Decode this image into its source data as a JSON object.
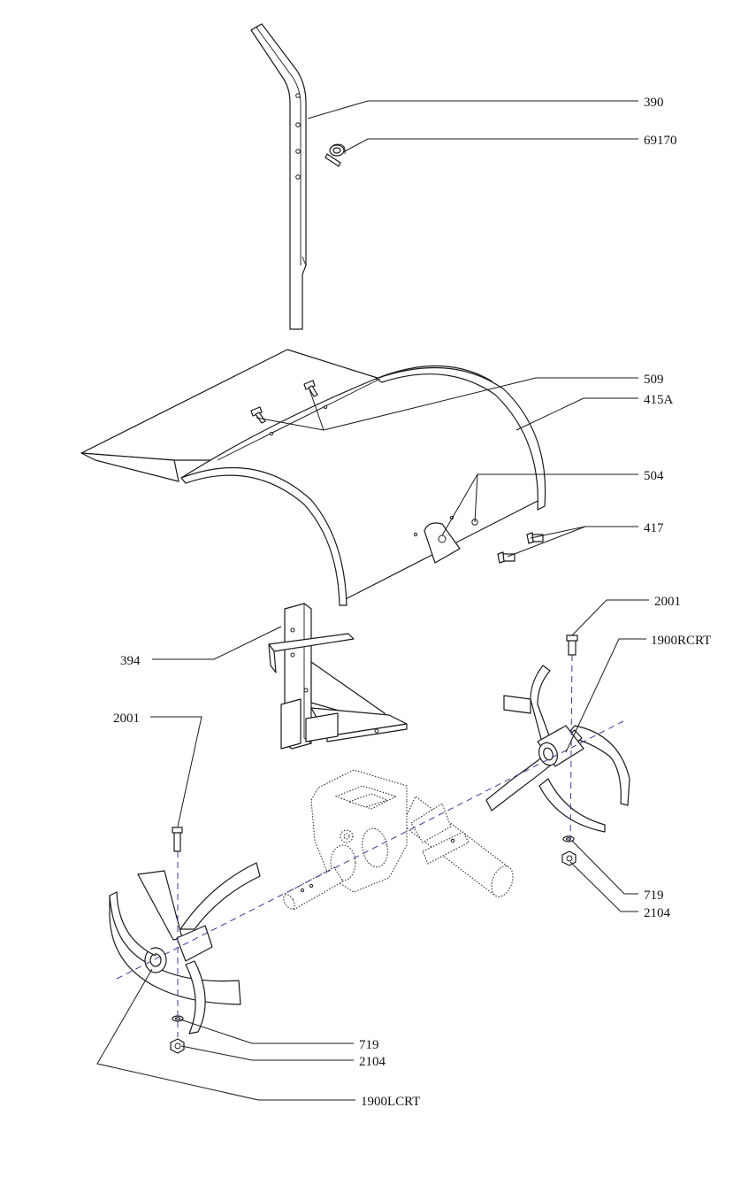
{
  "labels": {
    "p390": "390",
    "p69170": "69170",
    "p509": "509",
    "p415A": "415A",
    "p504": "504",
    "p417": "417",
    "p2001_right": "2001",
    "p1900RCRT": "1900RCRT",
    "p394": "394",
    "p2001_left": "2001",
    "p719_right": "719",
    "p2104_right": "2104",
    "p719_left": "719",
    "p2104_left": "2104",
    "p1900LCRT": "1900LCRT"
  },
  "colors": {
    "line": "#1a1a1a",
    "axis": "#3b3b9a",
    "background": "#ffffff"
  }
}
